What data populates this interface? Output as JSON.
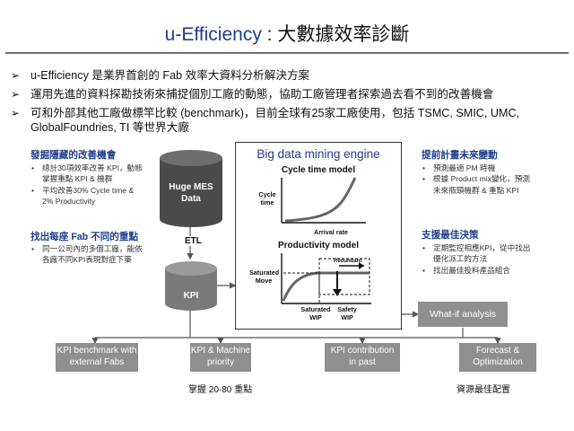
{
  "title": {
    "main": "u-Efficiency",
    "sep": " : ",
    "sub": "大數據效率診斷"
  },
  "bullets": [
    "u-Efficiency 是業界首創的 Fab 效率大資料分析解決方案",
    "運用先進的資料探勘技術來捕捉個別工廠的動態，協助工廠管理者探索過去看不到的改善機會",
    "可和外部其他工廠做標竿比較 (benchmark)，目前全球有25家工廠使用，包括 TSMC, SMIC, UMC,",
    "GlobalFoundries, TI 等世界大廠"
  ],
  "left": {
    "sec1_title": "發掘隱藏的改善機會",
    "sec1_items": [
      "總計30項效率改善 KPI，動態",
      "掌握重點 KPI & 機群",
      "平均改善30% Cycle time &",
      "2% Productivity"
    ],
    "sec2_title": "找出每座 Fab 不同的重點",
    "sec2_items": [
      "同一公司內的多個工廠，能依",
      "各廠不同KPI表現對症下藥"
    ]
  },
  "right": {
    "sec1_title": "提前計畫未來變動",
    "sec1_items": [
      "預測最適 PM 時機",
      "根據 Product mix變化，預測",
      "未來瓶頸機群 & 重點 KPI"
    ],
    "sec2_title": "支援最佳決策",
    "sec2_items": [
      "定期監控相應KPI，從中找出",
      "優化派工的方法",
      "找出最佳投料產品組合"
    ]
  },
  "cylinders": {
    "top": "Huge MES\nData",
    "top_l1": "Huge MES",
    "top_l2": "Data",
    "etl": "ETL",
    "bottom": "KPI"
  },
  "engine": {
    "title": "Big data mining engine",
    "cycle_title": "Cycle time model",
    "cycle_ylabel_1": "Cycle",
    "cycle_ylabel_2": "time",
    "arrival": "Arrival rate",
    "prod_title": "Productivity model",
    "redundant": "Redundant",
    "saturated_move_1": "Saturated",
    "saturated_move_2": "Move",
    "saturated_wip_1": "Saturated",
    "saturated_wip_2": "WIP",
    "safety_wip_1": "Safety",
    "safety_wip_2": "WIP"
  },
  "whatif": "What-if analysis",
  "outputs": [
    {
      "l1": "KPI benchmark with",
      "l2": "external Fabs"
    },
    {
      "l1": "KPI & Machine",
      "l2": "priority"
    },
    {
      "l1": "KPI contribution",
      "l2": "in past"
    },
    {
      "l1": "Forecast &",
      "l2": "Optimization"
    }
  ],
  "bottom_labels": {
    "kpi": "掌握 20-80 重點",
    "resource": "資源最佳配置"
  },
  "colors": {
    "accent": "#1f3e8c",
    "box_grey": "#8f8f8f",
    "cylinder_dark": "#4a4a4a"
  }
}
